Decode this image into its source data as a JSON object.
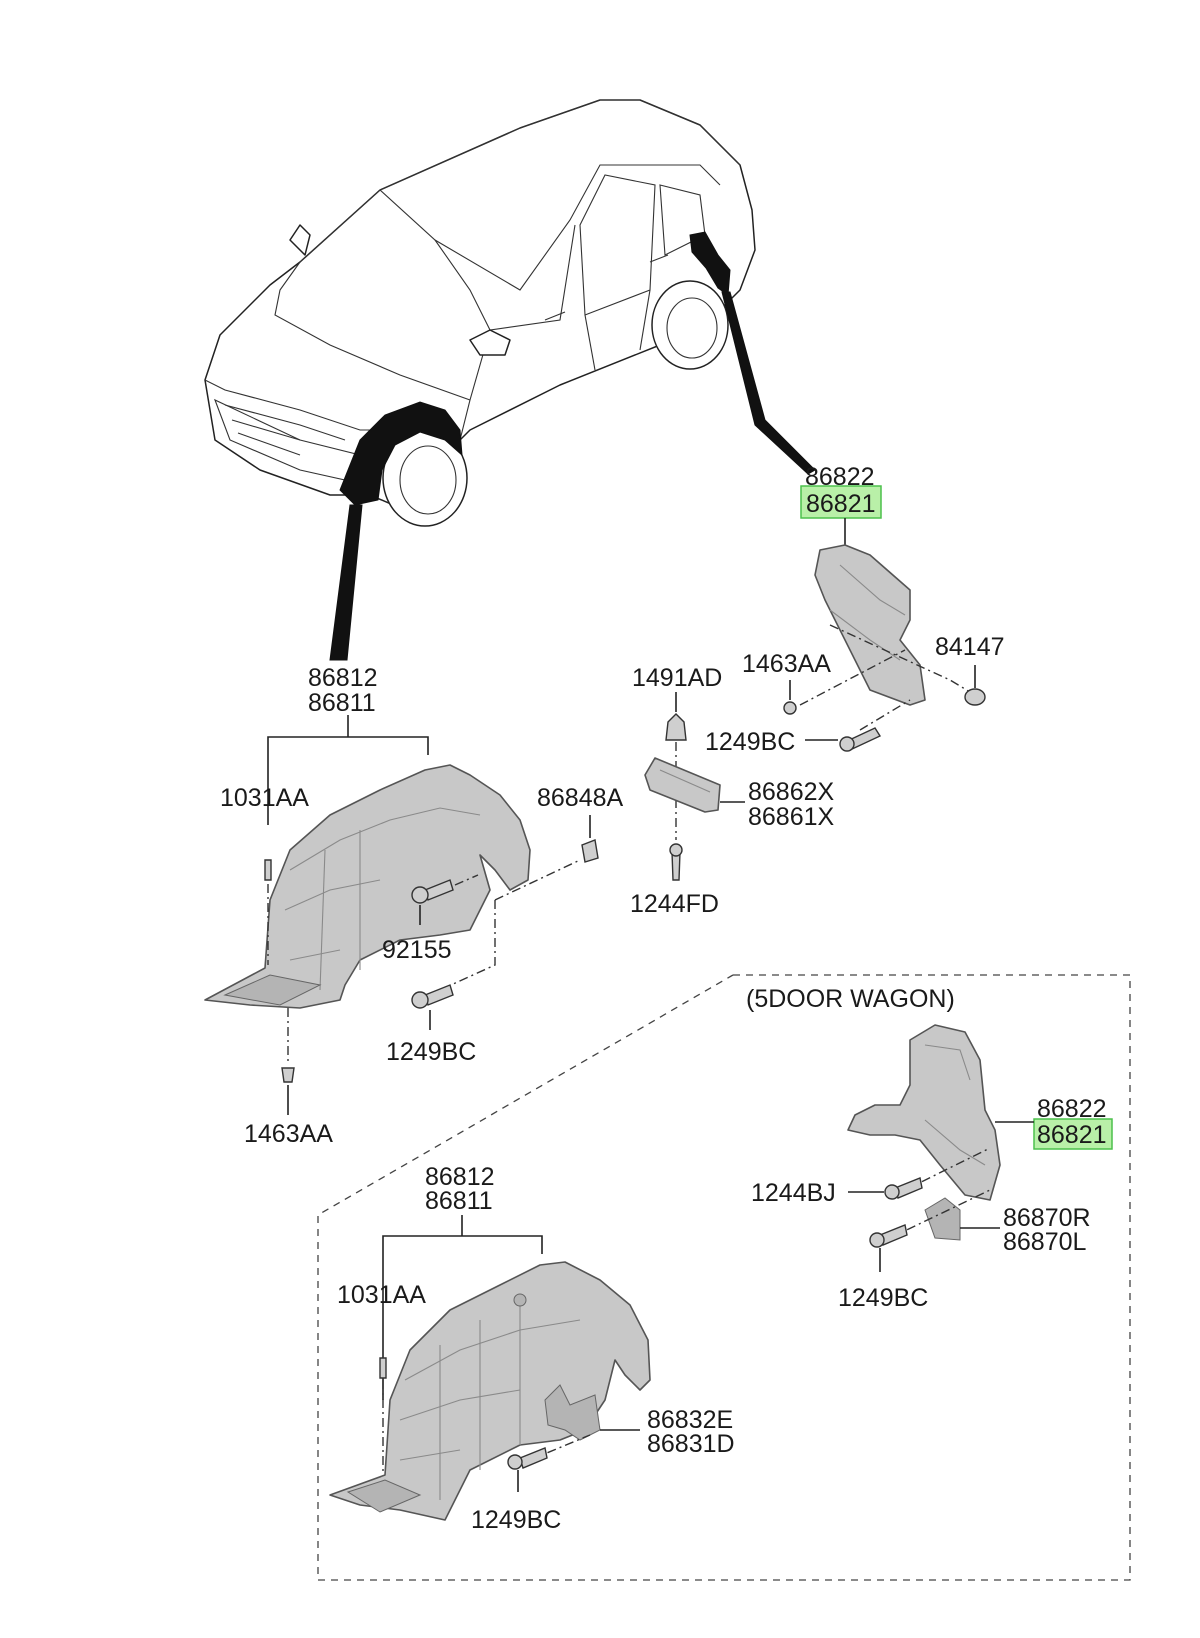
{
  "diagram": {
    "labels": {
      "rear_upper_a": "86822",
      "rear_upper_b": "86821",
      "p1463aa_top": "1463AA",
      "p84147": "84147",
      "p1491ad": "1491AD",
      "p1249bc_top": "1249BC",
      "p86862x": "86862X",
      "p86861x": "86861X",
      "p1244fd": "1244FD",
      "front_a": "86812",
      "front_b": "86811",
      "p1031aa": "1031AA",
      "p86848a": "86848A",
      "p92155": "92155",
      "p1249bc_mid": "1249BC",
      "p1463aa_bot": "1463AA",
      "wagon_title": "(5DOOR WAGON)",
      "wagon_rear_a": "86822",
      "wagon_rear_b": "86821",
      "p1244bj": "1244BJ",
      "p86870r": "86870R",
      "p86870l": "86870L",
      "p1249bc_wagon": "1249BC",
      "wagon_front_a": "86812",
      "wagon_front_b": "86811",
      "p1031aa_wagon": "1031AA",
      "p86832e": "86832E",
      "p86831d": "86831D",
      "p1249bc_bottom": "1249BC"
    },
    "highlight_color": "#b9f0a8"
  }
}
